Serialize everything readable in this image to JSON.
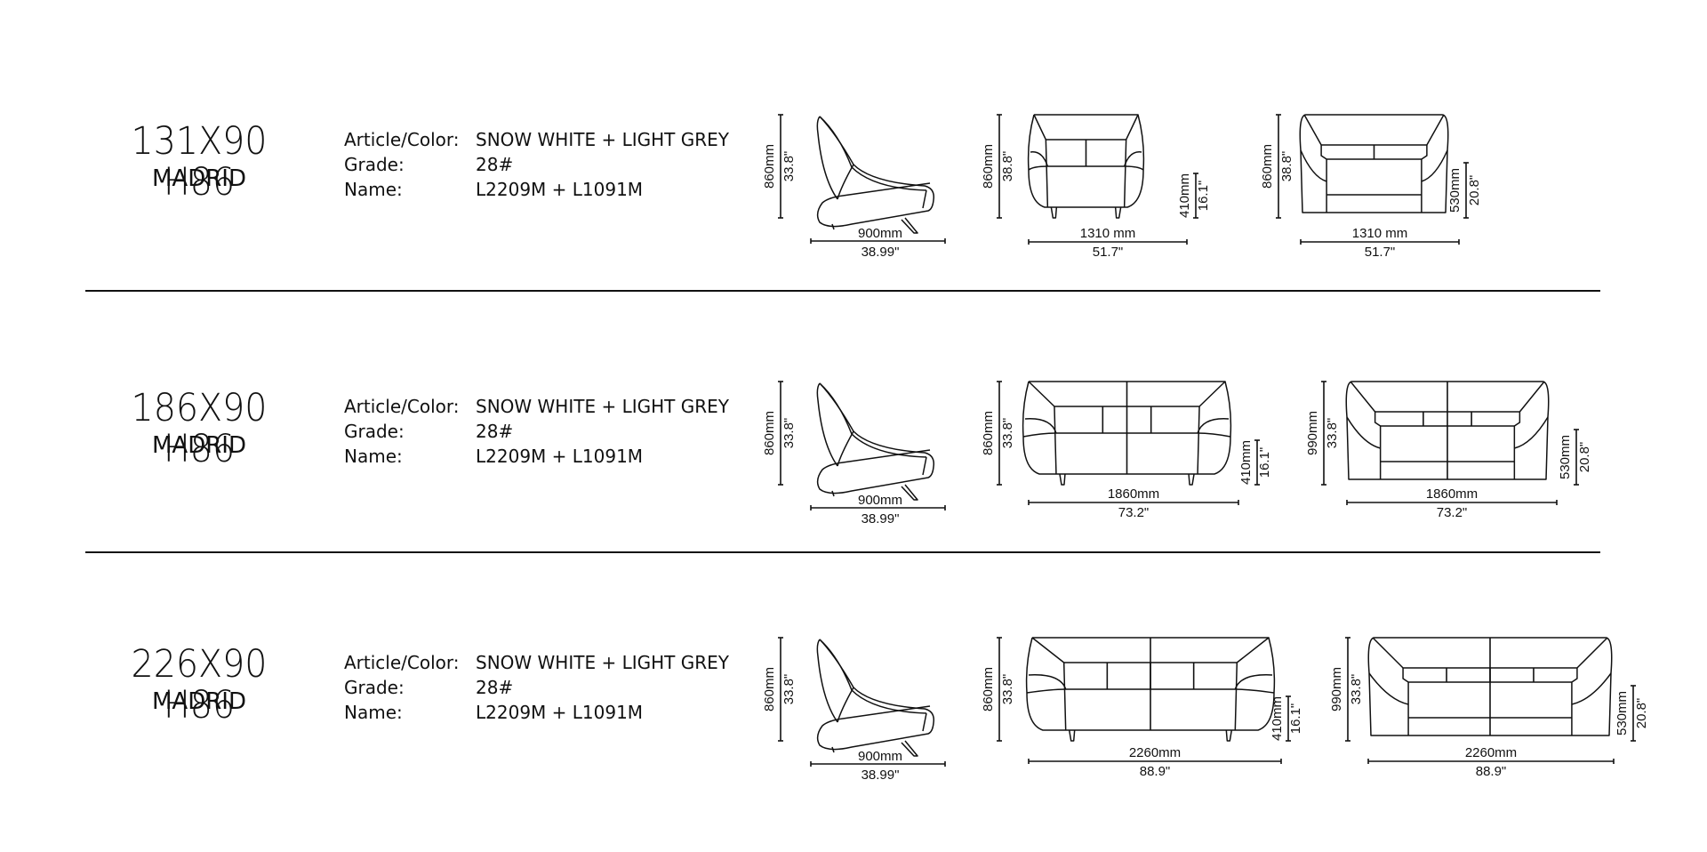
{
  "rows": [
    {
      "title": "131X90 H86",
      "model": "MADRID",
      "article_label": "Article/Color:",
      "article_value": "SNOW WHITE + LIGHT GREY",
      "grade_label": "Grade:",
      "grade_value": "28#",
      "name_label": "Name:",
      "name_value": "L2209M + L1091M",
      "dims": {
        "side_h_mm": "860mm",
        "side_h_in": "33.8\"",
        "side_w_mm": "900mm",
        "side_w_in": "38.99\"",
        "front_h_mm": "860mm",
        "front_h_in": "38.8\"",
        "seat_mm": "410mm",
        "seat_in": "16.1\"",
        "front_w_mm": "1310 mm",
        "front_w_in": "51.7\"",
        "back_h_mm": "860mm",
        "back_h_in": "38.8\"",
        "arm_mm": "530mm",
        "arm_in": "20.8\"",
        "back_w_mm": "1310 mm",
        "back_w_in": "51.7\""
      }
    },
    {
      "title": "186X90 H86",
      "model": "MADRID",
      "article_label": "Article/Color:",
      "article_value": "SNOW WHITE + LIGHT GREY",
      "grade_label": "Grade:",
      "grade_value": "28#",
      "name_label": "Name:",
      "name_value": "L2209M + L1091M",
      "dims": {
        "side_h_mm": "860mm",
        "side_h_in": "33.8\"",
        "side_w_mm": "900mm",
        "side_w_in": "38.99\"",
        "front_h_mm": "860mm",
        "front_h_in": "33.8\"",
        "seat_mm": "410mm",
        "seat_in": "16.1\"",
        "front_w_mm": "1860mm",
        "front_w_in": "73.2\"",
        "back_h_mm": "990mm",
        "back_h_in": "33.8\"",
        "arm_mm": "530mm",
        "arm_in": "20.8\"",
        "back_w_mm": "1860mm",
        "back_w_in": "73.2\""
      }
    },
    {
      "title": "226X90 H86",
      "model": "MADRID",
      "article_label": "Article/Color:",
      "article_value": "SNOW WHITE + LIGHT GREY",
      "grade_label": "Grade:",
      "grade_value": "28#",
      "name_label": "Name:",
      "name_value": "L2209M + L1091M",
      "dims": {
        "side_h_mm": "860mm",
        "side_h_in": "33.8\"",
        "side_w_mm": "900mm",
        "side_w_in": "38.99\"",
        "front_h_mm": "860mm",
        "front_h_in": "33.8\"",
        "seat_mm": "410mm",
        "seat_in": "16.1\"",
        "front_w_mm": "2260mm",
        "front_w_in": "88.9\"",
        "back_h_mm": "990mm",
        "back_h_in": "33.8\"",
        "arm_mm": "530mm",
        "arm_in": "20.8\"",
        "back_w_mm": "2260mm",
        "back_w_in": "88.9\""
      }
    }
  ]
}
